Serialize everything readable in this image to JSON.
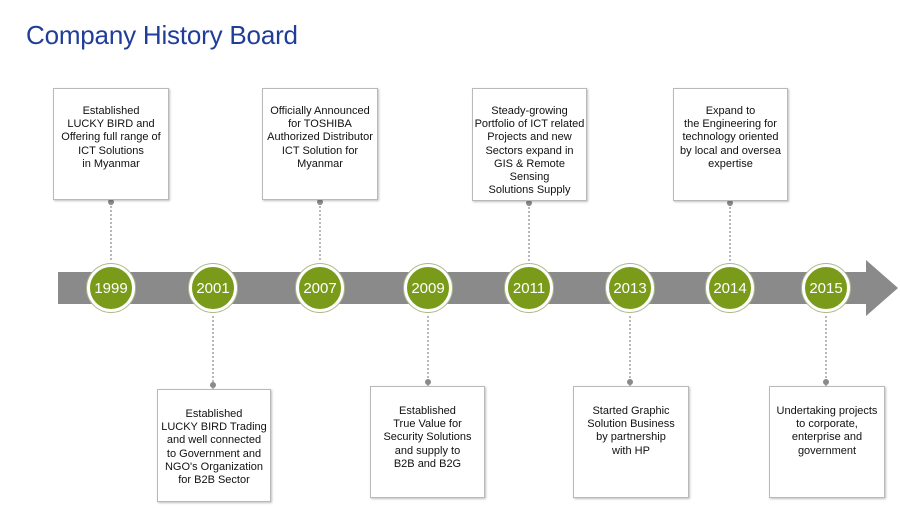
{
  "title": "Company History Board",
  "colors": {
    "title": "#1f3d99",
    "arrow": "#8a8a8a",
    "circle": "#7a9a1a",
    "connector": "#8a8a8a"
  },
  "milestones": [
    {
      "year": "1999",
      "position": "top",
      "text": "Established\nLUCKY BIRD and\nOffering full range of\nICT Solutions\nin Myanmar"
    },
    {
      "year": "2001",
      "position": "bottom",
      "text": "Established\nLUCKY BIRD Trading\nand well connected\nto Government and\nNGO's Organization\nfor B2B Sector"
    },
    {
      "year": "2007",
      "position": "top",
      "text": "Officially Announced\nfor TOSHIBA\nAuthorized Distributor\nICT Solution for\nMyanmar"
    },
    {
      "year": "2009",
      "position": "bottom",
      "text": "Established\nTrue Value for\nSecurity Solutions\nand supply to\nB2B and B2G"
    },
    {
      "year": "2011",
      "position": "top",
      "text": "Steady-growing\nPortfolio  of ICT related\nProjects and new\nSectors expand in\nGIS & Remote Sensing\nSolutions Supply"
    },
    {
      "year": "2013",
      "position": "bottom",
      "text": "Started Graphic\nSolution Business\nby partnership\nwith HP"
    },
    {
      "year": "2014",
      "position": "top",
      "text": "Expand to\nthe Engineering for\ntechnology oriented\nby local and oversea\nexpertise"
    },
    {
      "year": "2015",
      "position": "bottom",
      "text": "Undertaking projects\nto corporate,\nenterprise and\ngovernment"
    }
  ]
}
